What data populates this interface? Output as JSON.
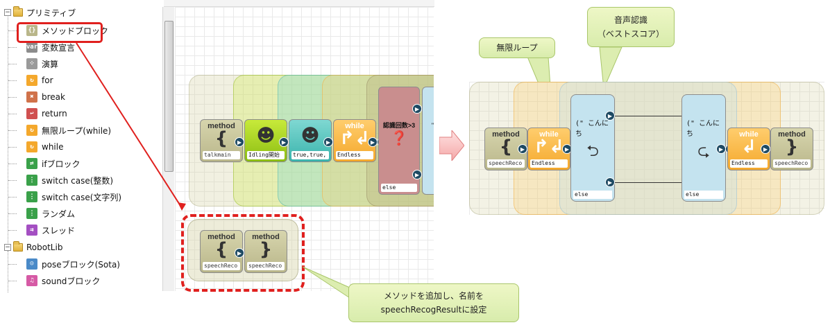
{
  "tree": {
    "primitive_label": "プリミティブ",
    "items": [
      {
        "label": "メソッドブロック",
        "icon": "{}",
        "color": "#b9b68a"
      },
      {
        "label": "変数宣言",
        "icon": "var",
        "color": "#8c8c8c"
      },
      {
        "label": "演算",
        "icon": "⁘",
        "color": "#9a9a9a"
      },
      {
        "label": "for",
        "icon": "↻",
        "color": "#f4a82c"
      },
      {
        "label": "break",
        "icon": "✖",
        "color": "#d0724a"
      },
      {
        "label": "return",
        "icon": "↩",
        "color": "#d05050"
      },
      {
        "label": "無限ループ(while)",
        "icon": "↻",
        "color": "#f4a82c"
      },
      {
        "label": "while",
        "icon": "↻",
        "color": "#f4a82c"
      },
      {
        "label": "ifブロック",
        "icon": "⇄",
        "color": "#3aa14a"
      },
      {
        "label": "switch case(整数)",
        "icon": "⋮",
        "color": "#3aa14a"
      },
      {
        "label": "switch case(文字列)",
        "icon": "⋮",
        "color": "#3aa14a"
      },
      {
        "label": "ランダム",
        "icon": "⋮",
        "color": "#3aa14a"
      },
      {
        "label": "スレッド",
        "icon": "⇉",
        "color": "#a44fc2"
      }
    ],
    "robotlib_label": "RobotLib",
    "robot_items": [
      {
        "label": "poseブロック(Sota)",
        "icon": "☺",
        "color": "#4a8ac8"
      },
      {
        "label": "soundブロック",
        "icon": "♫",
        "color": "#d65aa5"
      }
    ]
  },
  "canvas": {
    "blocks": [
      {
        "title": "method",
        "glyph": "{",
        "foot": "talkmain"
      },
      {
        "title": "",
        "glyph": "☻",
        "foot": "Idling開始"
      },
      {
        "title": "",
        "glyph": "☻",
        "foot": "true,true,"
      },
      {
        "title": "while",
        "glyph": "↱↲",
        "foot": "Endless"
      },
      {
        "title": "認識回数>3",
        "glyph": "",
        "foot": "else"
      },
      {
        "title": "\"こ",
        "glyph": "",
        "foot": ""
      }
    ],
    "new_blocks": [
      {
        "title": "method",
        "glyph": "{",
        "foot": "speechReco"
      },
      {
        "title": "method",
        "glyph": "}",
        "foot": "speechReco"
      }
    ]
  },
  "callouts": {
    "add_method": [
      "メソッドを追加し、名前を",
      "speechRecogResultに設定"
    ],
    "infinite_loop": "無限ループ",
    "speech_recog": [
      "音声認識",
      "（ベストスコア）"
    ]
  },
  "right": {
    "blocks": [
      {
        "title": "method",
        "glyph": "{",
        "foot": "speechReco"
      },
      {
        "title": "while",
        "glyph": "↱↲",
        "foot": "Endless"
      },
      {
        "title": "(\" こんにち",
        "glyph": "⮌",
        "foot": "else"
      },
      {
        "title": "(\" こんにち",
        "glyph": "⮎",
        "foot": "else"
      },
      {
        "title": "while",
        "glyph": "↲",
        "foot": "Endless"
      },
      {
        "title": "method",
        "glyph": "}",
        "foot": "speechReco"
      }
    ]
  }
}
